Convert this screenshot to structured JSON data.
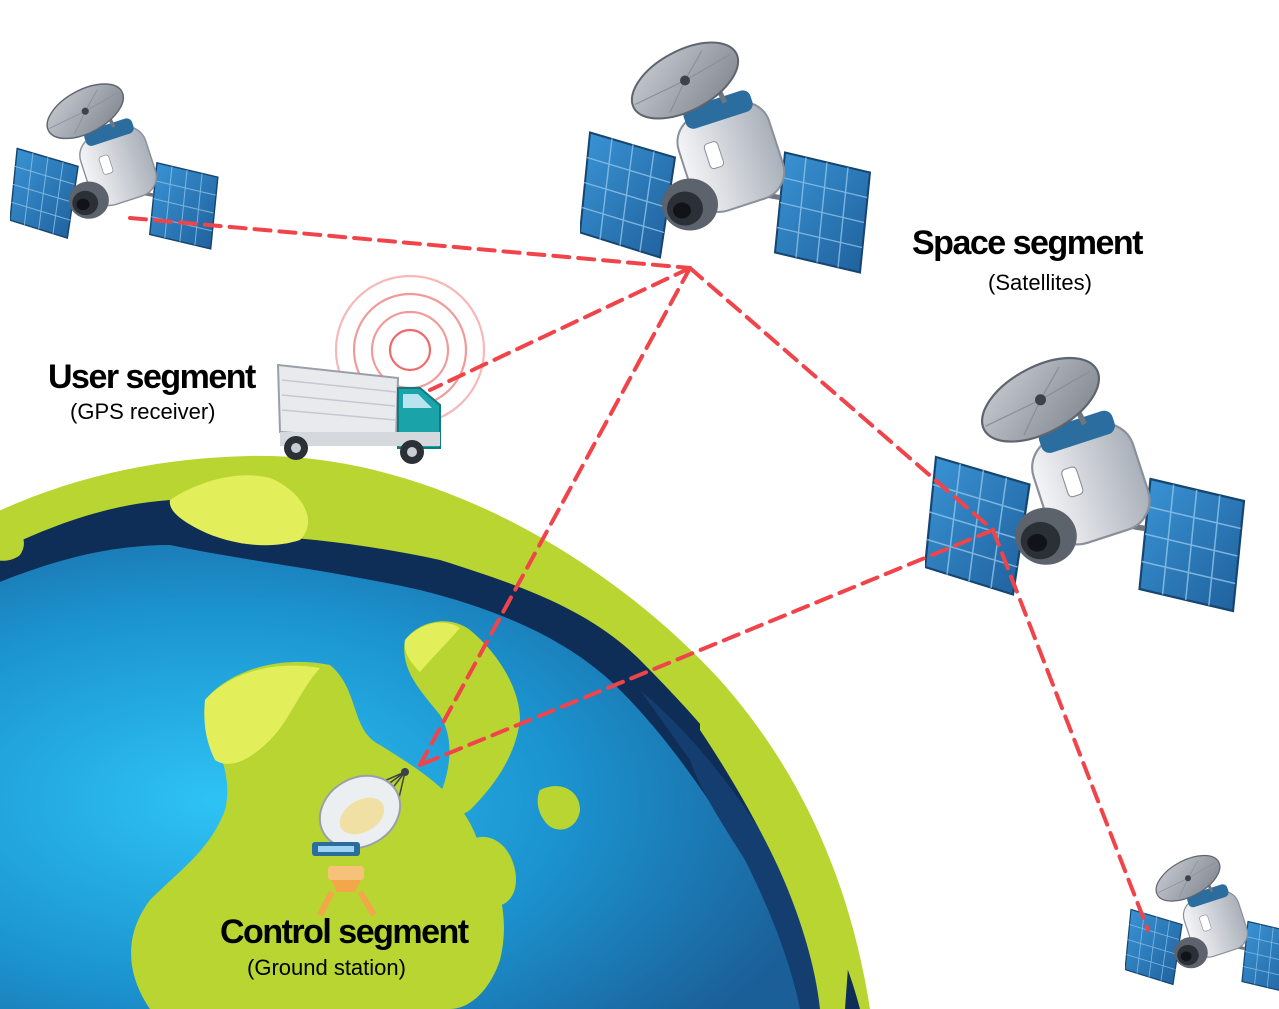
{
  "labels": {
    "space_segment": "Space segment",
    "space_segment_sub": "(Satellites)",
    "user_segment": "User segment",
    "user_segment_sub": "(GPS receiver)",
    "control_segment": "Control segment",
    "control_segment_sub": "(Ground station)"
  },
  "colors": {
    "link_line": "#f0444a",
    "ocean_light": "#1fb4ec",
    "ocean_mid": "#1b8fc7",
    "ocean_deep": "#153e70",
    "ocean_dark_band": "#0e2d57",
    "land": "#b8d531",
    "land_highlight": "#e3ef5a",
    "satellite_panel": "#2a7fc4",
    "satellite_body": "#d9dde3",
    "satellite_accent": "#2a6d9e",
    "truck_cab": "#1aa3a8",
    "truck_box": "#e8eaed",
    "signal_rings": "#f29a9a"
  },
  "icons": [
    "satellite-icon",
    "truck-icon",
    "signal-waves-icon",
    "ground-station-dish-icon",
    "earth-globe-icon"
  ]
}
